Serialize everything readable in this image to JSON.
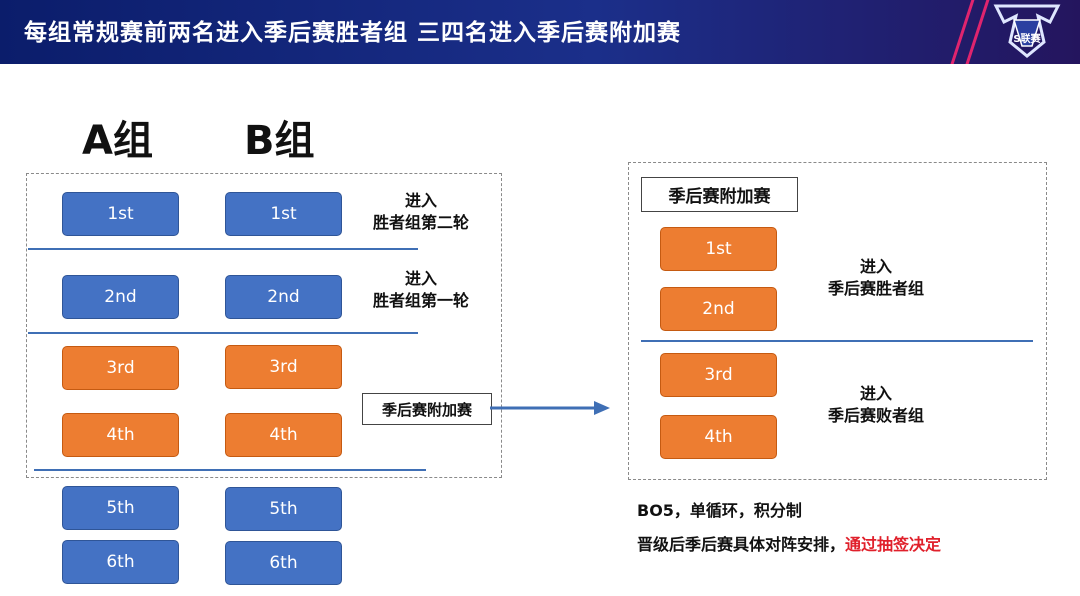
{
  "header": {
    "title": "每组常规赛前两名进入季后赛胜者组 三四名进入季后赛附加赛",
    "logo_icon": "s-league-logo-icon",
    "logo_text": "S联赛"
  },
  "groups": {
    "a_label": "A组",
    "b_label": "B组",
    "ranks": [
      "1st",
      "2nd",
      "3rd",
      "4th",
      "5th",
      "6th"
    ]
  },
  "notes": {
    "advance": "进入",
    "winners_round2": "胜者组第二轮",
    "winners_round1": "胜者组第一轮",
    "playoff_addon": "季后赛附加赛"
  },
  "playoff": {
    "title": "季后赛附加赛",
    "ranks": [
      "1st",
      "2nd",
      "3rd",
      "4th"
    ],
    "advance": "进入",
    "winners": "季后赛胜者组",
    "losers": "季后赛败者组"
  },
  "footer": {
    "line1": "BO5，单循环，积分制",
    "line2_prefix": "晋级后季后赛具体对阵安排，",
    "line2_highlight": "通过抽签决定"
  },
  "colors": {
    "header_bg": "#1b2f8a",
    "blue_box": "#4472c4",
    "orange_box": "#ed7d31",
    "divider": "#3f6fb5",
    "highlight": "#e0202b"
  }
}
